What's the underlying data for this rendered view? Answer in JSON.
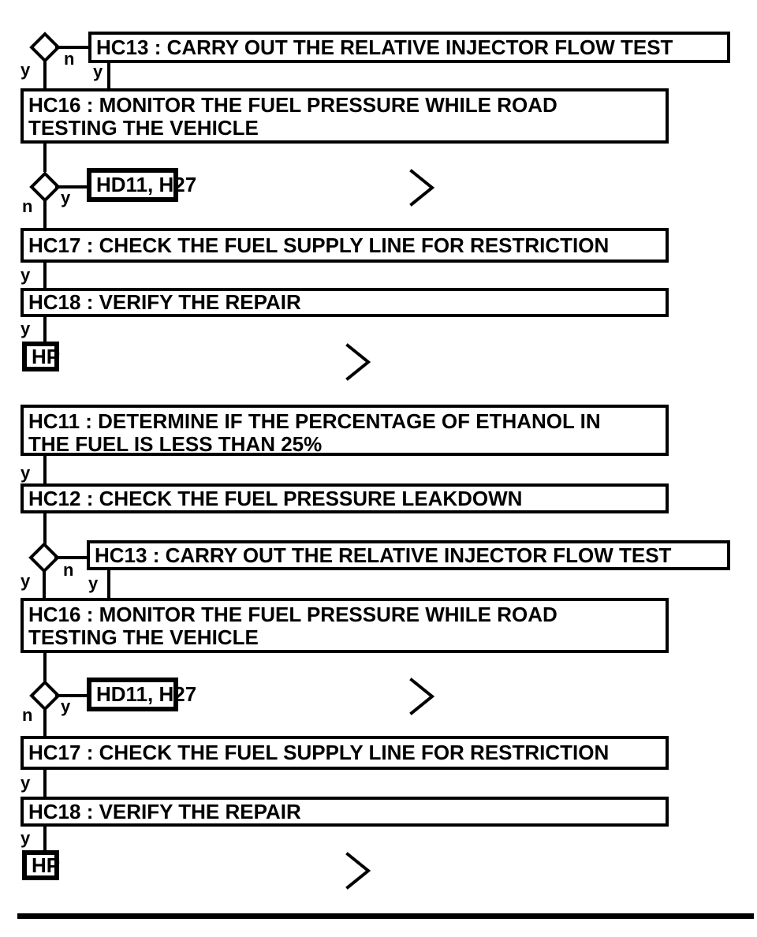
{
  "diagram": {
    "title": "diagnostic fault tree flowchart",
    "colors": {
      "ink": "#000000",
      "background": "#ffffff"
    },
    "connector_labels": {
      "yes": "y",
      "no": "n"
    },
    "steps": {
      "hc13": "HC13 : CARRY OUT THE RELATIVE INJECTOR FLOW TEST",
      "hc16": [
        "HC16 : MONITOR THE FUEL PRESSURE WHILE ROAD",
        "TESTING THE VEHICLE"
      ],
      "hd11": "HD11, H27",
      "hc17": "HC17 : CHECK THE FUEL SUPPLY LINE FOR RESTRICTION",
      "hc18": "HC18 : VERIFY THE REPAIR",
      "hp": "HP",
      "hc11": [
        "HC11 : DETERMINE IF THE PERCENTAGE OF ETHANOL IN",
        "THE FUEL IS LESS THAN 25%"
      ],
      "hc12": "HC12 : CHECK THE FUEL PRESSURE LEAKDOWN"
    }
  }
}
